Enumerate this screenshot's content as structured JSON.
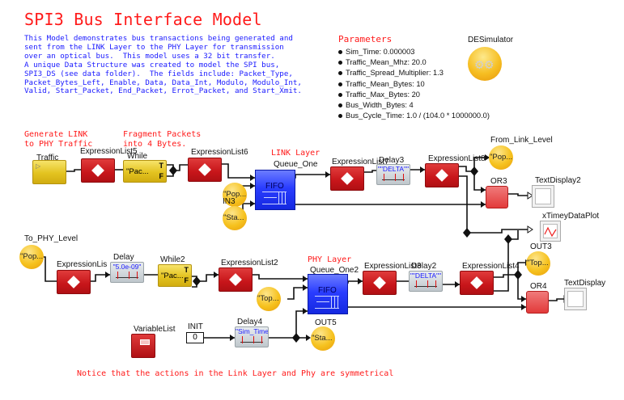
{
  "title": "SPI3 Bus Interface Model",
  "description": "This Model demonstrates bus transactions being generated and\nsent from the LINK Layer to the PHY Layer for transmission\nover an optical bus.  This model uses a 32 bit transfer.\nA unique Data Structure was created to model the SPI bus,\nSPI3_DS (see data folder).  The fields include: Packet_Type,\nPacket_Bytes_Left, Enable, Data, Data_Int, Modulo, Modulo_Int,\nValid, Start_Packet, End_Packet, Errot_Packet, and Start_Xmit.",
  "parameters": {
    "title": "Parameters",
    "items": [
      "Sim_Time: 0.000003",
      "Traffic_Mean_Mhz: 20.0",
      "Traffic_Spread_Multiplier: 1.3",
      "Traffic_Mean_Bytes: 10",
      "Traffic_Max_Bytes: 20",
      "Bus_Width_Bytes: 4",
      "Bus_Cycle_Time: 1.0 / (104.0 * 1000000.0)"
    ]
  },
  "desimulator": {
    "label": "DESimulator"
  },
  "notes": {
    "generate": "Generate LINK\nto PHY Traffic",
    "fragment": "Fragment Packets\ninto 4 Bytes.",
    "link_layer": "LINK Layer",
    "phy_layer": "PHY Layer",
    "symmetry": "Notice that the actions in the Link Layer and Phy are symmetrical"
  },
  "blocks": {
    "traffic": {
      "label": "Traffic"
    },
    "explist5": {
      "label": "ExpressionList5"
    },
    "while": {
      "label": "While",
      "value": "\"Pac...",
      "port_t": "T",
      "port_f": "F"
    },
    "explist6": {
      "label": "ExpressionList6"
    },
    "queue_one": {
      "label": "Queue_One",
      "inner": "FIFO"
    },
    "pop_in": {
      "value": "\"Pop..."
    },
    "in3": {
      "label": "IN3",
      "value": "\"Sta..."
    },
    "explist7": {
      "label": "ExpressionList7"
    },
    "delay3": {
      "label": "Delay3",
      "value": "\"\"DELTA\"\""
    },
    "explist8": {
      "label": "ExpressionList8"
    },
    "from_link_level": {
      "label": "From_Link_Level",
      "value": "\"Pop..."
    },
    "or3": {
      "label": "OR3"
    },
    "textdisplay2": {
      "label": "TextDisplay2"
    },
    "xtimeplot": {
      "label": "xTimeyDataPlot"
    },
    "to_phy_level": {
      "label": "To_PHY_Level",
      "value": "\"Pop..."
    },
    "explist1": {
      "label": "ExpressionList1"
    },
    "delay": {
      "label": "Delay",
      "value": "\"5.0e-09\""
    },
    "while2": {
      "label": "While2",
      "value": "\"Pac...",
      "port_t": "T",
      "port_f": "F"
    },
    "explist2": {
      "label": "ExpressionList2"
    },
    "queue_one2": {
      "label": "Queue_One2",
      "inner": "FIFO"
    },
    "top_in": {
      "value": "\"Top..."
    },
    "explist3": {
      "label": "ExpressionList3"
    },
    "delay2": {
      "label": "Delay2",
      "value": "\"\"DELTA\"\""
    },
    "explist4": {
      "label": "ExpressionList4"
    },
    "out3": {
      "label": "OUT3",
      "value": "\"Top..."
    },
    "or4": {
      "label": "OR4"
    },
    "textdisplay": {
      "label": "TextDisplay"
    },
    "variablelist": {
      "label": "VariableList"
    },
    "init": {
      "label": "INIT",
      "value": "0"
    },
    "delay4": {
      "label": "Delay4",
      "value": "\"Sim_Time..."
    },
    "out5": {
      "label": "OUT5",
      "value": "\"Sta..."
    }
  }
}
